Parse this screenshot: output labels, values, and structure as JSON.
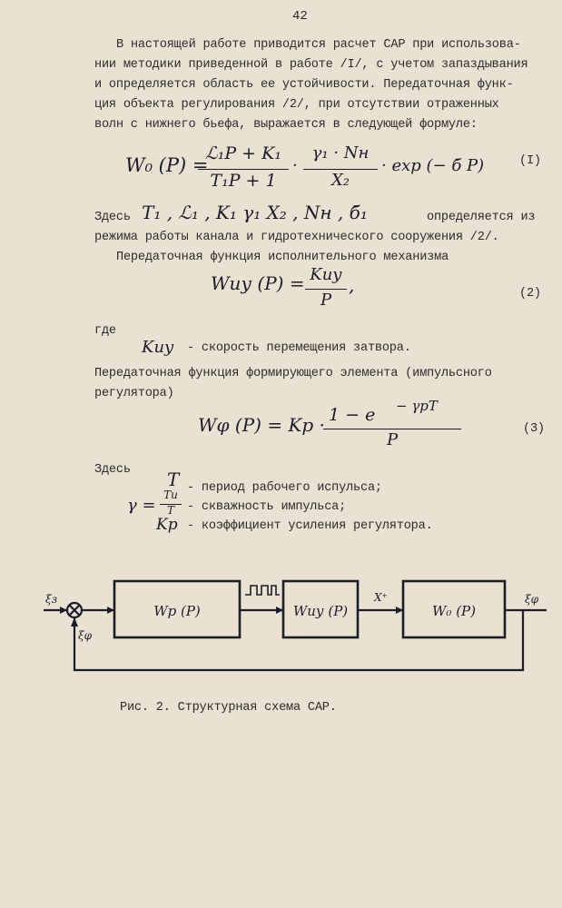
{
  "page_number": "42",
  "paragraph1": [
    "В настоящей работе приводится расчет САР при использова-",
    "нии методики приведенной в работе /I/, с учетом запаздывания",
    "и определяется область ее устойчивости. Передаточная функ-",
    "ция объекта регулирования /2/, при отсутствии отраженных",
    "волн с нижнего бьефа, выражается в следующей формуле:"
  ],
  "eq1": {
    "lhs": "W₀ (P) =",
    "num1": "ℒ₁P + K₁",
    "den1": "T₁P + 1",
    "num2": "γ₁ · Nн",
    "den2": "X₂",
    "tail": "· exp (− б̄ P)",
    "number": "(I)"
  },
  "where1": {
    "prefix": "Здесь",
    "symbols": "T₁ , ℒ₁ , K₁ γ₁ X₂ , Nн ,  б̄₁",
    "suffix": "определяется из",
    "line2": "режима работы канала и гидротехнического сооружения /2/."
  },
  "actuator_title": "Передаточная функция исполнительного механизма",
  "eq2": {
    "lhs": "Wиу (P) =",
    "num": "Kиу",
    "den": "P",
    "tail": ",",
    "number": "(2)"
  },
  "where2": {
    "word": "где",
    "symbol": "Kиу",
    "text": "- скорость перемещения затвора."
  },
  "former_title": [
    "Передаточная функция формирующего элемента (импульсного",
    "регулятора)"
  ],
  "eq3": {
    "lhs": "Wφ (P) = Kр ·",
    "num": "1 − e",
    "exp": "− γрT",
    "den": "P",
    "number": "(3)"
  },
  "where3": {
    "word": "Здесь",
    "items": [
      {
        "symbol": "T",
        "text": "- период рабочего испульса;"
      },
      {
        "symbol": "γ =",
        "frac_num": "Tu",
        "frac_den": "T",
        "text": "- скважность импульса;"
      },
      {
        "symbol": "Kр",
        "text": "- коэффициент усиления регулятора."
      }
    ]
  },
  "diagram": {
    "blocks": [
      "Wр (P)",
      "Wиу (P)",
      "W₀ (P)"
    ],
    "input_label": "ξз",
    "feedback_label": "ξφ",
    "output_label": "ξφ",
    "signal_label": "X⁺",
    "line_color": "#1c1c2a"
  },
  "caption": "Рис. 2. Структурная схема САР."
}
